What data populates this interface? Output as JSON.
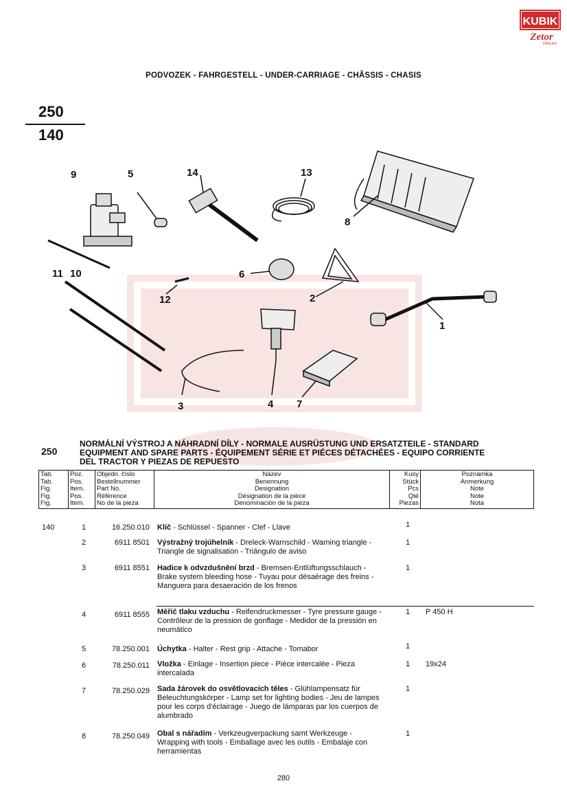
{
  "brand": {
    "name": "KUBIK",
    "sub": "Zetor",
    "dealer": "DEALER",
    "color_red": "#d22b2b"
  },
  "header": {
    "title": "PODVOZEK - FAHRGESTELL - UNDER-CARRIAGE - CHÂSSIS - CHASIS"
  },
  "group": {
    "top": "250",
    "bottom": "140"
  },
  "callouts": [
    "9",
    "5",
    "14",
    "13",
    "8",
    "11",
    "10",
    "6",
    "2",
    "12",
    "1",
    "3",
    "4",
    "7"
  ],
  "section": {
    "number": "250",
    "title_lines": [
      "NORMÁLNÍ VÝSTROJ A NÁHRADNÍ DÍLY - NORMALE AUSRÜSTUNG UND ERSATZTEILE - STANDARD",
      "EQUIPMENT AND SPARE PARTS - ÉQUIPEMENT SÉRIE ET PIÉCES DÉTACHÉES - EQUIPO CORRIENTE",
      "DEL TRACTOR Y PIEZAS DE REPUESTO"
    ]
  },
  "columns": {
    "tab": [
      "Tab.",
      "Tab.",
      "Fig.",
      "Fig.",
      "Fig."
    ],
    "poz": [
      "Poz.",
      "Pos.",
      "Item.",
      "Pos.",
      "Item."
    ],
    "obj": [
      "Objedn. číslo",
      "Bestellnummer",
      "Part No.",
      "Référence",
      "No de la pieza"
    ],
    "naz": [
      "Název",
      "Benennung",
      "Designation",
      "Désignation de la pièce",
      "Denominación de la pieza"
    ],
    "kus": [
      "Kusy",
      "Stück",
      "Pcs",
      "Qté",
      "Piezas"
    ],
    "pozn": [
      "Poznámka",
      "Anmerkung",
      "Note",
      "Note",
      "Nota"
    ]
  },
  "rows": [
    {
      "tab": "140",
      "poz": "1",
      "code": "16.250.010",
      "bold": "Klíč",
      "rest": " - Schlüssel - Spanner - Clef - Llave",
      "qty": "1",
      "note": ""
    },
    {
      "tab": "",
      "poz": "2",
      "code": "6911 8501",
      "bold": "Výstražný trojúhelník",
      "rest": " - Dreleck-Warnschild - Warning triangle - Triangle de signalisation - Triángulo de aviso",
      "qty": "1",
      "note": ""
    },
    {
      "tab": "",
      "poz": "3",
      "code": "6911 8551",
      "bold": "Hadice k odvzdušnění brzd",
      "rest": " - Bremsen-Entlüftungsschlauch - Brake system bleeding hose - Tuyau pour désaérage des freins - Manguera para desaeración de los frenos",
      "qty": "1",
      "note": ""
    },
    {
      "tab": "",
      "poz": "4",
      "code": "6911 8555",
      "bold": "Měřič tlaku vzduchu",
      "rest": " - Reifendruckmesser - Tyre pressure gauge - Contrôleur de la pression de gonflage - Medidor de la pressión en neumático",
      "qty": "1",
      "note": "P 450 H"
    },
    {
      "tab": "",
      "poz": "5",
      "code": "78.250.001",
      "bold": "Úchytka",
      "rest": " - Halter - Rest grip - Attache - Tomabor",
      "qty": "1",
      "note": ""
    },
    {
      "tab": "",
      "poz": "6",
      "code": "78.250.011",
      "bold": "Vložka",
      "rest": " - Einlage - Insertion piece - Pièce intercalée - Pieza intercalada",
      "qty": "1",
      "note": "19x24"
    },
    {
      "tab": "",
      "poz": "7",
      "code": "78.250.029",
      "bold": "Sada žárovek do osvětlovacích těles",
      "rest": " - Glühlampensatz für Beleuchtungskörper - Lamp set for lighting bodies - Jeu de lampes pour les corps d'éclairage - Juego de lámparas par los cuerpos de alumbrado",
      "qty": "1",
      "note": ""
    },
    {
      "tab": "",
      "poz": "8",
      "code": "78.250.049",
      "bold": "Obal s nářadím",
      "rest": " - Verkzeugverpackung samt Werkzeuge - Wrapping with tools - Emballage avec les outils - Embalaje con herramientas",
      "qty": "1",
      "note": ""
    }
  ],
  "page_number": "280"
}
